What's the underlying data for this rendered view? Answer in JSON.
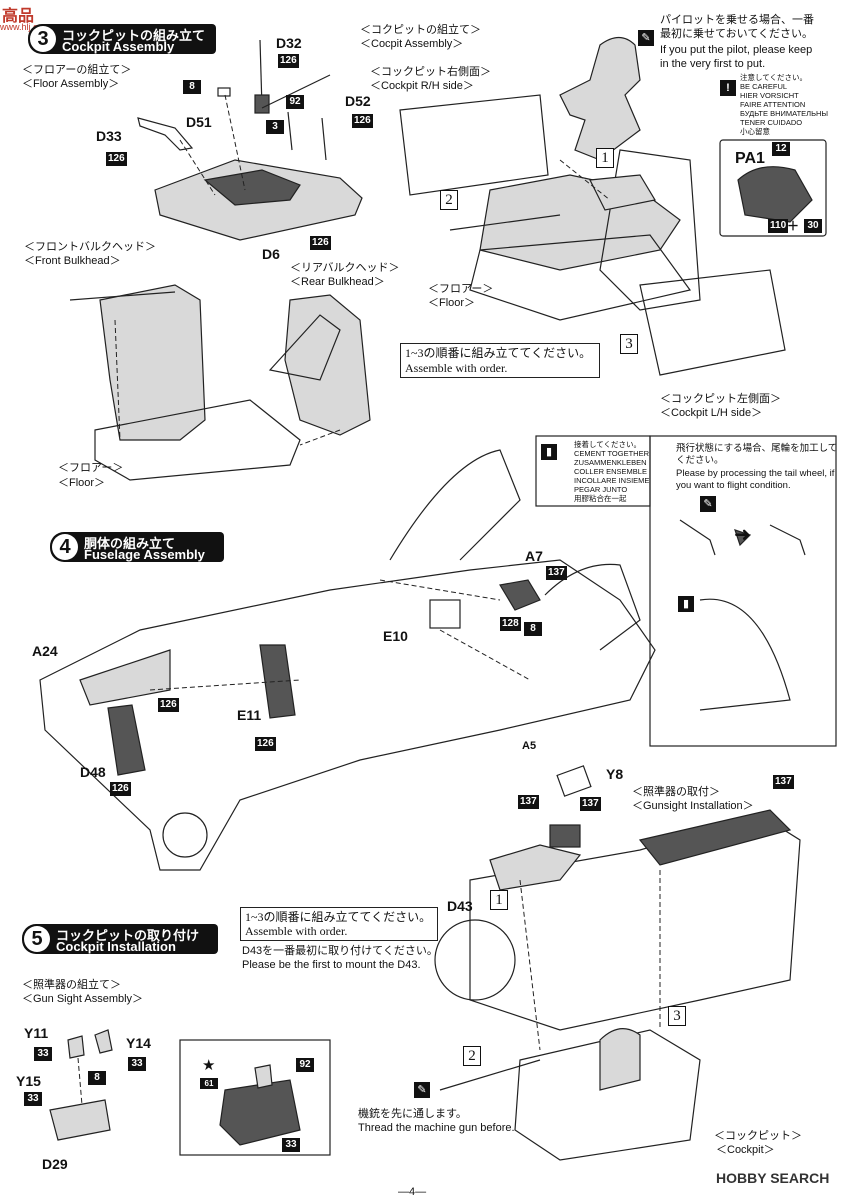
{
  "corner_logo": "高品",
  "watermark": "www.hlj.com",
  "step3": {
    "number": "3",
    "title_jp": "コックピットの組み立て",
    "title_en": "Cockpit Assembly",
    "floor_assembly_jp": "＜フロアーの組立て＞",
    "floor_assembly_en": "＜Floor Assembly＞",
    "front_bulkhead_jp": "＜フロントバルクヘッド＞",
    "front_bulkhead_en": "＜Front Bulkhead＞",
    "rear_bulkhead_jp": "＜リアバルクヘッド＞",
    "rear_bulkhead_en": "＜Rear Bulkhead＞",
    "floor_jp": "＜フロアー＞",
    "floor_en": "＜Floor＞",
    "cockpit_assembly_jp": "＜コクピットの組立て＞",
    "cockpit_assembly_en": "＜Cocpit Assembly＞",
    "cockpit_rh_jp": "＜コックピット右側面＞",
    "cockpit_rh_en": "＜Cockpit R/H side＞",
    "floor2_jp": "＜フロアー＞",
    "floor2_en": "＜Floor＞",
    "cockpit_lh_jp": "＜コックピット左側面＞",
    "cockpit_lh_en": "＜Cockpit L/H side＞",
    "order_note_jp": "1~3の順番に組み立ててください。",
    "order_note_en": "Assemble with order.",
    "pilot_note_jp1": "パイロットを乗せる場合、一番",
    "pilot_note_jp2": "最初に乗せておいてください。",
    "pilot_note_en1": "If you put the pilot, please keep",
    "pilot_note_en2": "in the very first to put.",
    "careful_lines": [
      "注意してください。",
      "BE CAREFUL",
      "HIER VORSICHT",
      "FAIRE ATTENTION",
      "БУДЬТЕ ВНИМАТЕЛЬНЫ",
      "TENER CUIDADO",
      "小心留意"
    ],
    "parts": {
      "d32": "D32",
      "d33": "D33",
      "d51": "D51",
      "d52": "D52",
      "d6": "D6",
      "pa1": "PA1"
    },
    "colors": {
      "c126a": "126",
      "c126b": "126",
      "c126c": "126",
      "c126d": "126",
      "c8": "8",
      "c92": "92",
      "c3": "3",
      "c12": "12",
      "c110": "110",
      "plus": "＋",
      "c30": "30"
    },
    "order_nums": [
      "1",
      "2",
      "3"
    ]
  },
  "step4": {
    "number": "4",
    "title_jp": "胴体の組み立て",
    "title_en": "Fuselage Assembly",
    "cement_lines": [
      "接着してください。",
      "CEMENT TOGETHER",
      "ZUSAMMENKLEBEN",
      "COLLER ENSEMBLE",
      "INCOLLARE INSIEME",
      "PEGAR JUNTO",
      "用膠粘合在一起"
    ],
    "tail_note_jp1": "飛行状態にする場合、尾輪を加工して",
    "tail_note_jp2": "ください。",
    "tail_note_en1": "Please by processing the tail wheel, if",
    "tail_note_en2": "you want to flight condition.",
    "parts": {
      "a7": "A7",
      "a24": "A24",
      "e10": "E10",
      "e11": "E11",
      "d48": "D48",
      "a5": "A5"
    },
    "colors": {
      "c137": "137",
      "c128": "128",
      "c8": "8",
      "c126a": "126",
      "c126b": "126",
      "c126c": "126"
    }
  },
  "step5": {
    "number": "5",
    "title_jp": "コックピットの取り付け",
    "title_en": "Cockpit Installation",
    "order_note_jp": "1~3の順番に組み立ててください。",
    "order_note_en": "Assemble with order.",
    "d43_note_jp": "D43を一番最初に取り付けてください。",
    "d43_note_en": "Please be the first to mount the D43.",
    "gun_sight_jp": "＜照準器の組立て＞",
    "gun_sight_en": "＜Gun Sight Assembly＞",
    "gunsight_inst_jp": "＜照準器の取付＞",
    "gunsight_inst_en": "＜Gunsight Installation＞",
    "thread_jp": "機銃を先に通します。",
    "thread_en": "Thread the machine gun before.",
    "cockpit_jp": "＜コックピット＞",
    "cockpit_en": "＜Cockpit＞",
    "parts": {
      "y8": "Y8",
      "d43": "D43",
      "y11": "Y11",
      "y14": "Y14",
      "y15": "Y15",
      "d29": "D29"
    },
    "colors": {
      "c137a": "137",
      "c137b": "137",
      "c137c": "137",
      "c33a": "33",
      "c33b": "33",
      "c33c": "33",
      "c33d": "33",
      "c8": "8",
      "c61": "61",
      "c92": "92"
    },
    "star": "★",
    "order_nums": [
      "1",
      "2",
      "3"
    ]
  },
  "page_number": "—4—",
  "footer_brand": "HOBBY SEARCH"
}
